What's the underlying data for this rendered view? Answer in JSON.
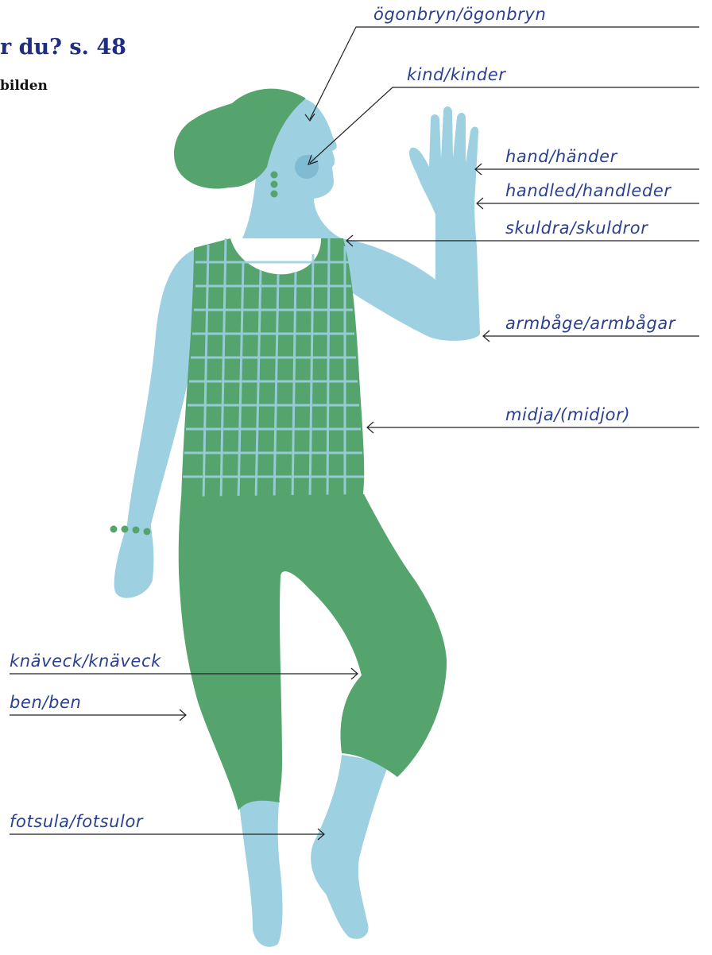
{
  "heading": "r du? s. 48",
  "subheading": "bilden",
  "labels": {
    "eyebrow": "ögonbryn/ögonbryn",
    "cheek": "kind/kinder",
    "hand": "hand/händer",
    "wrist": "handled/handleder",
    "shoulder": "skuldra/skuldror",
    "elbow": "armbåge/armbågar",
    "waist": "midja/(midjor)",
    "knee_crease": "knäveck/knäveck",
    "leg": "ben/ben",
    "sole": "fotsula/fotsulor"
  },
  "colors": {
    "skin": "#9dd0e0",
    "clothing": "#55a46e",
    "label_text": "#2b3f8f",
    "heading": "#1f2d82"
  }
}
